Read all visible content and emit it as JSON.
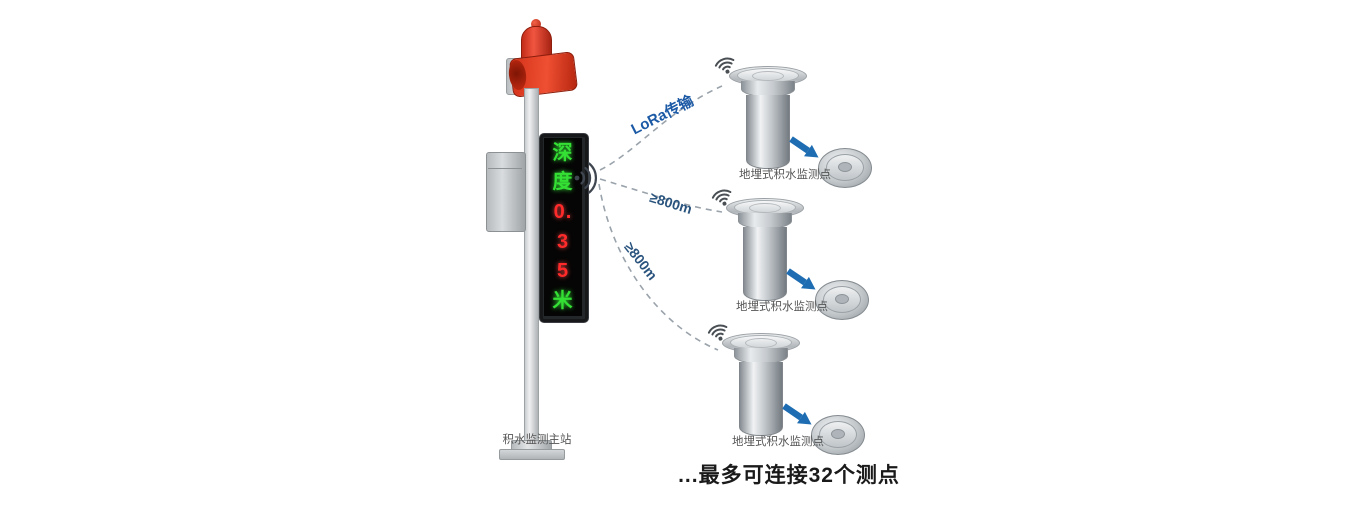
{
  "main_station": {
    "label": "积水监测主站",
    "display_chars": [
      {
        "text": "深",
        "color": "#35e035"
      },
      {
        "text": "度",
        "color": "#35e035"
      },
      {
        "text": "0.",
        "color": "#ff2b2b"
      },
      {
        "text": "3",
        "color": "#ff2b2b"
      },
      {
        "text": "5",
        "color": "#ff2b2b"
      },
      {
        "text": "米",
        "color": "#35e035"
      }
    ]
  },
  "links": [
    {
      "label": "LoRa传输"
    },
    {
      "label": "≥800m"
    },
    {
      "label": "≥800m"
    }
  ],
  "sensors": [
    {
      "label": "地埋式积水监测点"
    },
    {
      "label": "地埋式积水监测点"
    },
    {
      "label": "地埋式积水监测点"
    }
  ],
  "caption": "...最多可连接32个测点",
  "colors": {
    "led_green": "#35e035",
    "led_red": "#ff2b2b",
    "alarm_red": "#d9351c",
    "steel_gray": "#c7cbcf",
    "arrow_blue": "#1e6db2",
    "lora_label_blue": "#1c5aa6",
    "distance_label_blue": "#2a547e",
    "dashed_line_gray": "#9aa3ab"
  }
}
